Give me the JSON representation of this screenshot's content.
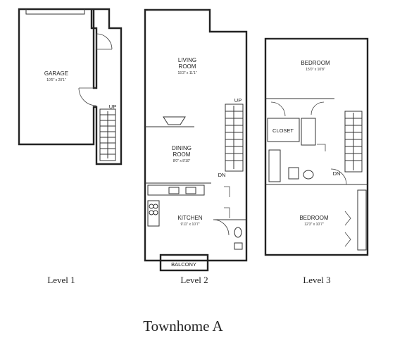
{
  "title": "Townhome A",
  "levels": [
    {
      "label": "Level 1",
      "rooms": [
        {
          "name": "GARAGE",
          "dims": "10'5\" x 20'1\""
        }
      ],
      "tags": {
        "up": "UP"
      }
    },
    {
      "label": "Level 2",
      "rooms": [
        {
          "name_line1": "LIVING",
          "name_line2": "ROOM",
          "dims": "15'3\" x 11'1\""
        },
        {
          "name_line1": "DINING",
          "name_line2": "ROOM",
          "dims": "8'0\" x 8'10\""
        },
        {
          "name": "KITCHEN",
          "dims": "9'11\" x 10'7\""
        }
      ],
      "tags": {
        "up": "UP",
        "dn": "DN",
        "balcony": "BALCONY"
      }
    },
    {
      "label": "Level 3",
      "rooms": [
        {
          "name": "BEDROOM",
          "dims": "15'0\" x 10'8\""
        },
        {
          "name": "BEDROOM",
          "dims": "12'3\" x 10'7\""
        }
      ],
      "tags": {
        "closet": "CLOSET",
        "dn": "DN"
      }
    }
  ]
}
